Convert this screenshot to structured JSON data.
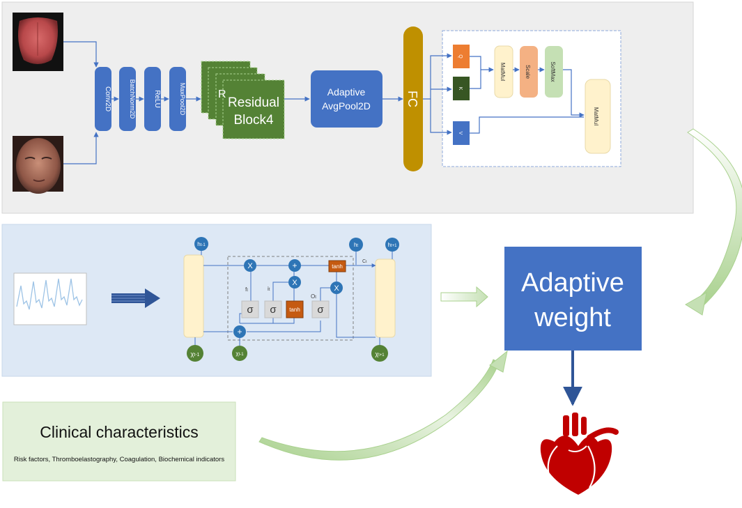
{
  "cnn": {
    "layers": [
      "Conv2D",
      "BatchNorm2D",
      "ReLU",
      "MaxPool2D"
    ],
    "residual_back": "R",
    "residual_line1": "Residual",
    "residual_line2": "Block4",
    "adaptive_line1": "Adaptive",
    "adaptive_line2": "AvgPool2D",
    "fc": "FC"
  },
  "attention": {
    "q": "Q",
    "k": "K",
    "v": "V",
    "matmul1": "MatMul",
    "scale": "Scale",
    "softmax": "SoftMax",
    "matmul2": "MatMul"
  },
  "lstm": {
    "h_prev_main": "h",
    "h_prev_sub": "t-1",
    "h_t_main": "h",
    "h_t_sub": "t",
    "h_next_main": "h",
    "h_next_sub": "t+1",
    "x_prev_main": "χ",
    "x_prev_sub": "t-1",
    "x_t_main": "χ",
    "x_t_sub": "t-1",
    "x_next_main": "χ",
    "x_next_sub": "t+1",
    "mul": "X",
    "add": "+",
    "sigma": "σ",
    "tanh": "tanh",
    "f_main": "f",
    "f_sub": "t",
    "i_main": "i",
    "i_sub": "t",
    "o_main": "O",
    "o_sub": "t",
    "c_main": "C",
    "c_sub": "t"
  },
  "adaptive_weight": {
    "line1": "Adaptive",
    "line2": "weight"
  },
  "clinical": {
    "title": "Clinical characteristics",
    "subtitle": "Risk factors, Thromboelastography, Coagulation, Biochemical indicators"
  },
  "colors": {
    "panel_gray": "#eeeeee",
    "panel_blue": "#dde8f5",
    "panel_green": "#e3f0da",
    "layer_blue": "#4472c4",
    "residual_green": "#548235",
    "fc_gold": "#bf9000",
    "q_orange": "#ed7d31",
    "k_green": "#375623",
    "cream": "#fff2cc",
    "scale_salmon": "#f4b183",
    "softmax_green": "#c5e0b4",
    "node_blue": "#2e75b6",
    "tanh_orange": "#c55a11",
    "heart_red": "#c00000"
  },
  "icons": [
    "tongue-photo-icon",
    "face-photo-icon",
    "ppg-waveform-icon",
    "heart-icon"
  ]
}
